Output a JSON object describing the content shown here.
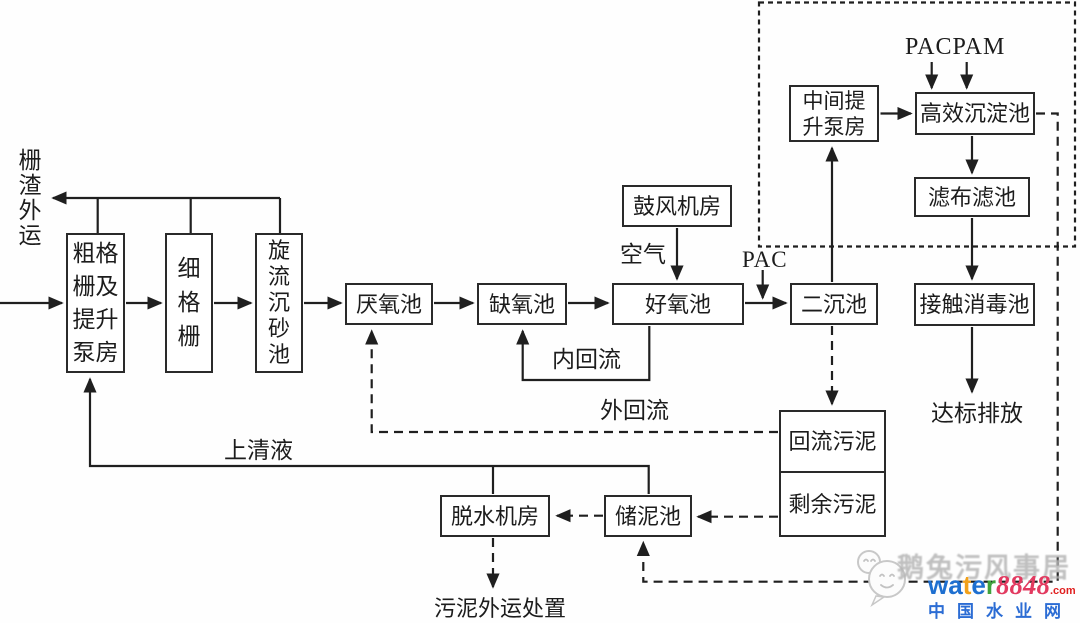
{
  "diagram": {
    "line_color": "#1f1f1f",
    "background_color": "#ffffff",
    "nodes": {
      "coarse_screen": {
        "label": "粗格\n栅及\n提升\n泵房"
      },
      "fine_screen": {
        "label": "细\n格\n栅"
      },
      "grit_chamber": {
        "label": "旋\n流\n沉\n砂\n池"
      },
      "anaerobic_tank": {
        "label": "厌氧池"
      },
      "anoxic_tank": {
        "label": "缺氧池"
      },
      "blower_room": {
        "label": "鼓风机房"
      },
      "aerobic_tank": {
        "label": "好氧池"
      },
      "secondary_clarifier": {
        "label": "二沉池"
      },
      "intermediate_pump": {
        "label": "中间提\n升泵房"
      },
      "high_eff_sedimentation": {
        "label": "高效沉淀池"
      },
      "cloth_filter": {
        "label": "滤布滤池"
      },
      "contact_disinfection": {
        "label": "接触消毒池"
      },
      "return_sludge": {
        "label": "回流污泥"
      },
      "excess_sludge": {
        "label": "剩余污泥"
      },
      "sludge_storage": {
        "label": "储泥池"
      },
      "dewatering_room": {
        "label": "脱水机房"
      }
    },
    "flow_labels": {
      "screen_waste_out": "栅\n渣\n外\n运",
      "air": "空气",
      "pac": "PAC",
      "pac_pam": "PACPAM",
      "internal_recycle": "内回流",
      "external_recycle": "外回流",
      "supernatant": "上清液",
      "discharge": "达标排放",
      "sludge_disposal": "污泥外运处置"
    }
  },
  "watermark": {
    "account_text": "鹅兔污风事居",
    "logo": {
      "letters": [
        {
          "ch": "w",
          "color": "#1e6fd0"
        },
        {
          "ch": "a",
          "color": "#1e6fd0"
        },
        {
          "ch": "t",
          "color": "#f2a11a"
        },
        {
          "ch": "e",
          "color": "#1e6fd0"
        },
        {
          "ch": "r",
          "color": "#3fa23c"
        }
      ],
      "number": "8848",
      "number_color": "#e23a60",
      "tld": ".com",
      "tld_color": "#e02020",
      "site_name": "中国水业网",
      "site_color": "#2b6cd4"
    }
  }
}
